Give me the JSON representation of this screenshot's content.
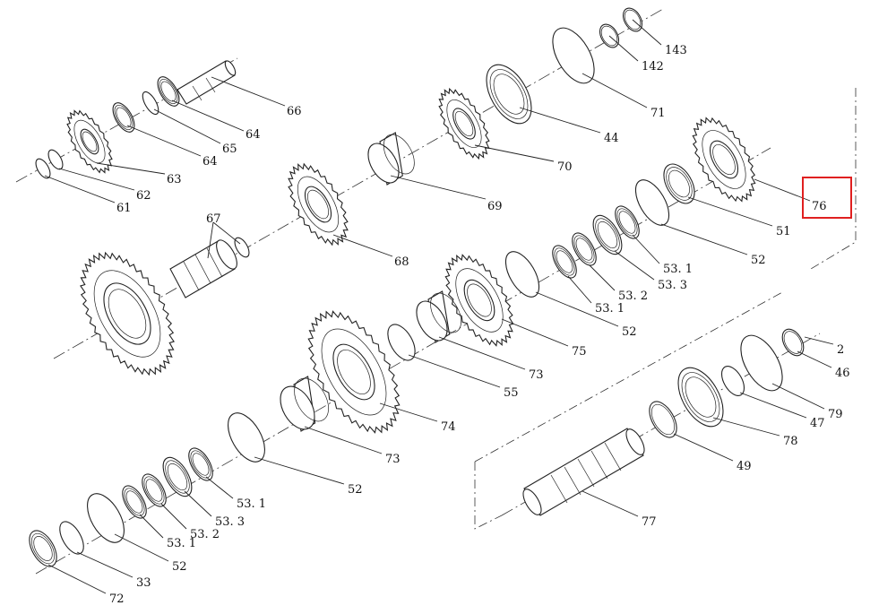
{
  "highlight": {
    "color": "#e02020",
    "label": "76"
  },
  "callouts": [
    {
      "id": "143",
      "text": "143"
    },
    {
      "id": "142",
      "text": "142"
    },
    {
      "id": "71",
      "text": "71"
    },
    {
      "id": "44",
      "text": "44"
    },
    {
      "id": "70",
      "text": "70"
    },
    {
      "id": "66",
      "text": "66"
    },
    {
      "id": "64a",
      "text": "64"
    },
    {
      "id": "65",
      "text": "65"
    },
    {
      "id": "64b",
      "text": "64"
    },
    {
      "id": "63",
      "text": "63"
    },
    {
      "id": "62",
      "text": "62"
    },
    {
      "id": "61",
      "text": "61"
    },
    {
      "id": "67",
      "text": "67"
    },
    {
      "id": "68",
      "text": "68"
    },
    {
      "id": "69",
      "text": "69"
    },
    {
      "id": "76",
      "text": "76"
    },
    {
      "id": "51",
      "text": "51"
    },
    {
      "id": "52a",
      "text": "52"
    },
    {
      "id": "531a",
      "text": "53. 1"
    },
    {
      "id": "533a",
      "text": "53. 3"
    },
    {
      "id": "532a",
      "text": "53. 2"
    },
    {
      "id": "531b",
      "text": "53. 1"
    },
    {
      "id": "52b",
      "text": "52"
    },
    {
      "id": "75",
      "text": "75"
    },
    {
      "id": "73a",
      "text": "73"
    },
    {
      "id": "55",
      "text": "55"
    },
    {
      "id": "74",
      "text": "74"
    },
    {
      "id": "73b",
      "text": "73"
    },
    {
      "id": "52c",
      "text": "52"
    },
    {
      "id": "531c",
      "text": "53. 1"
    },
    {
      "id": "533b",
      "text": "53. 3"
    },
    {
      "id": "532b",
      "text": "53. 2"
    },
    {
      "id": "531d",
      "text": "53. 1"
    },
    {
      "id": "52d",
      "text": "52"
    },
    {
      "id": "33",
      "text": "33"
    },
    {
      "id": "72",
      "text": "72"
    },
    {
      "id": "2",
      "text": "2"
    },
    {
      "id": "46",
      "text": "46"
    },
    {
      "id": "79",
      "text": "79"
    },
    {
      "id": "47",
      "text": "47"
    },
    {
      "id": "78",
      "text": "78"
    },
    {
      "id": "49",
      "text": "49"
    },
    {
      "id": "77",
      "text": "77"
    }
  ]
}
